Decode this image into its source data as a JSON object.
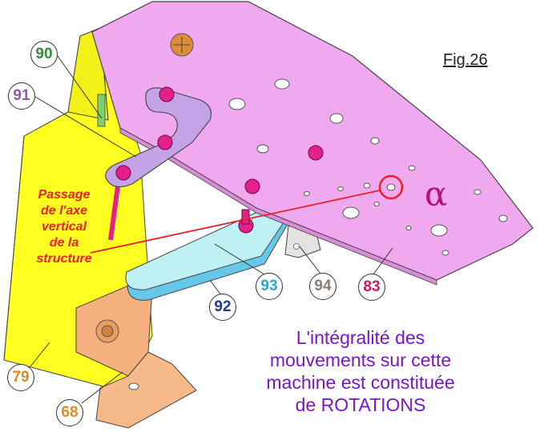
{
  "figure": {
    "label": "Fig.26",
    "passage_lines": [
      "Passage",
      "de l'axe",
      "vertical",
      "de la",
      "structure"
    ],
    "alpha_symbol": "α",
    "caption_lines": [
      "L'intégralité des",
      "mouvements sur cette",
      "machine est constituée"
    ],
    "caption_last_prefix": "de",
    "caption_last_emphasis": "ROTATIONS"
  },
  "parts": {
    "p90": "90",
    "p91": "91",
    "p93": "93",
    "p94": "94",
    "p83": "83",
    "p92": "92",
    "p79": "79",
    "p68": "68"
  },
  "colors": {
    "plate_83": "#f0a8ee",
    "panel_79": "#ffff22",
    "bracket_68": "#f5b080",
    "link_91": "#c4a2e6",
    "plate_93": "#bff0f4",
    "plate_92": "#66c8e8",
    "bolt": "#e4208a",
    "annotation_red": "#e8202a",
    "caption_purple": "#7a16c8"
  }
}
